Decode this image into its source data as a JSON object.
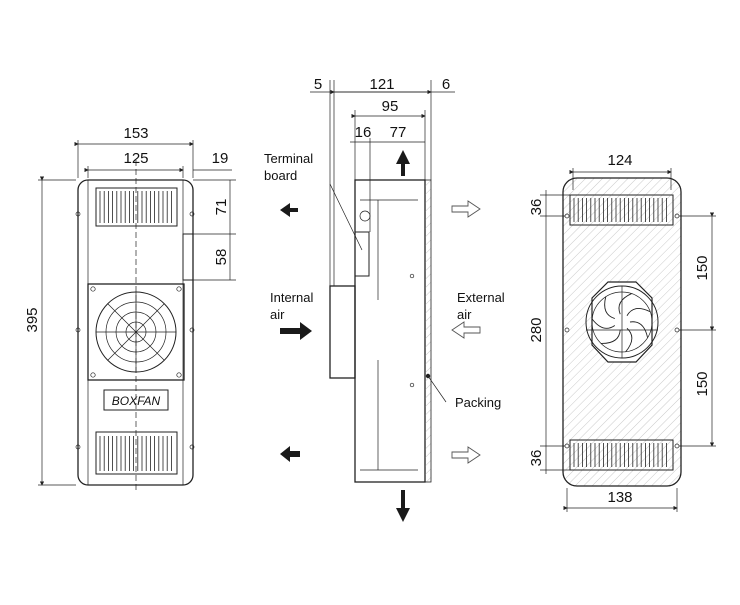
{
  "labels": {
    "terminal_board_line1": "Terminal",
    "terminal_board_line2": "board",
    "internal_air_line1": "Internal",
    "internal_air_line2": "air",
    "external_air_line1": "External",
    "external_air_line2": "air",
    "packing": "Packing",
    "brand": "BOXFAN"
  },
  "dimensions": {
    "front_width_outer": "153",
    "front_width_inner": "125",
    "front_side_offset": "19",
    "front_height": "395",
    "front_upper": "71",
    "front_lower": "58",
    "side_left_offset": "5",
    "side_depth": "121",
    "side_right_offset": "6",
    "side_inner_depth": "95",
    "side_small": "16",
    "side_inner": "77",
    "rear_top_width": "124",
    "rear_bottom_width": "138",
    "rear_top_inset": "36",
    "rear_center_span": "280",
    "rear_bottom_inset": "36",
    "rear_upper_half": "150",
    "rear_lower_half": "150"
  },
  "colors": {
    "line": "#222222",
    "arrow_fill": "#1a1a1a",
    "background": "#ffffff"
  }
}
